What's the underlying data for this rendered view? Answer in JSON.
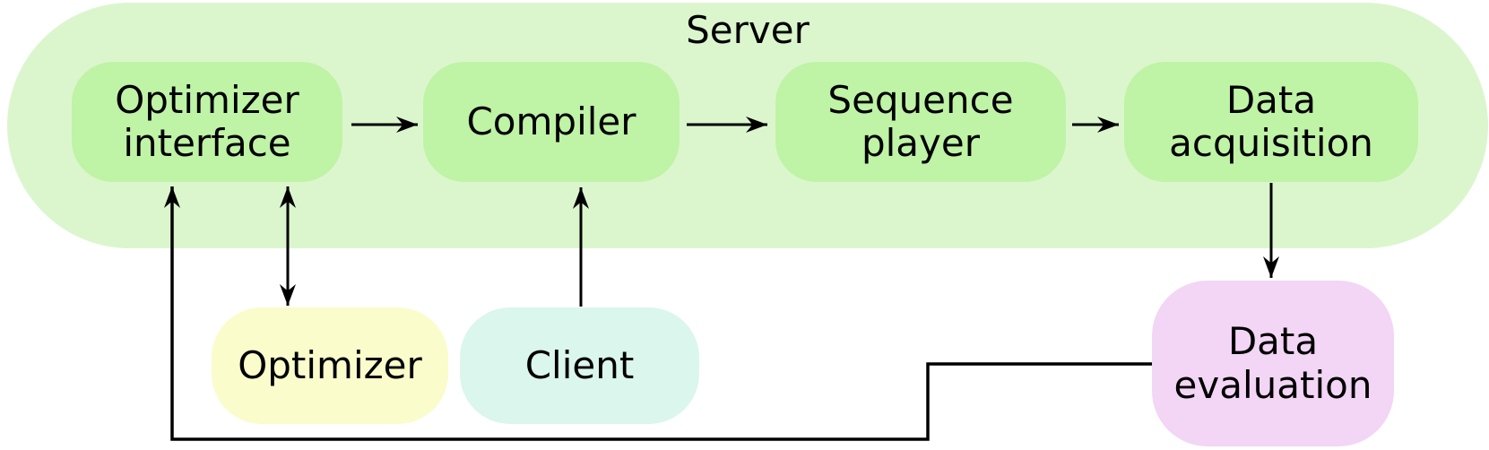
{
  "diagram": {
    "server_group": {
      "label": "Server"
    },
    "nodes": {
      "optimizer_interface": {
        "label": "Optimizer\ninterface"
      },
      "compiler": {
        "label": "Compiler"
      },
      "sequence_player": {
        "label": "Sequence\nplayer"
      },
      "data_acquisition": {
        "label": "Data\nacquisition"
      },
      "optimizer": {
        "label": "Optimizer"
      },
      "client": {
        "label": "Client"
      },
      "data_evaluation": {
        "label": "Data\nevaluation"
      }
    },
    "edges": [
      {
        "from": "Optimizer interface",
        "to": "Compiler",
        "style": "arrow"
      },
      {
        "from": "Compiler",
        "to": "Sequence player",
        "style": "arrow"
      },
      {
        "from": "Sequence player",
        "to": "Data acquisition",
        "style": "arrow"
      },
      {
        "from": "Optimizer interface",
        "to": "Optimizer",
        "style": "double-arrow"
      },
      {
        "from": "Client",
        "to": "Compiler",
        "style": "arrow"
      },
      {
        "from": "Data acquisition",
        "to": "Data evaluation",
        "style": "arrow"
      },
      {
        "from": "Data evaluation",
        "to": "Optimizer interface",
        "style": "elbow-arrow"
      }
    ],
    "colors": {
      "server_group_fill": "#dbf6cd",
      "server_node_fill": "#bff3a6",
      "optimizer_fill": "#fafccb",
      "client_fill": "#dbf6ec",
      "data_evaluation_fill": "#f3d5f6",
      "line": "#000000",
      "text": "#000000",
      "background": "#ffffff"
    }
  }
}
